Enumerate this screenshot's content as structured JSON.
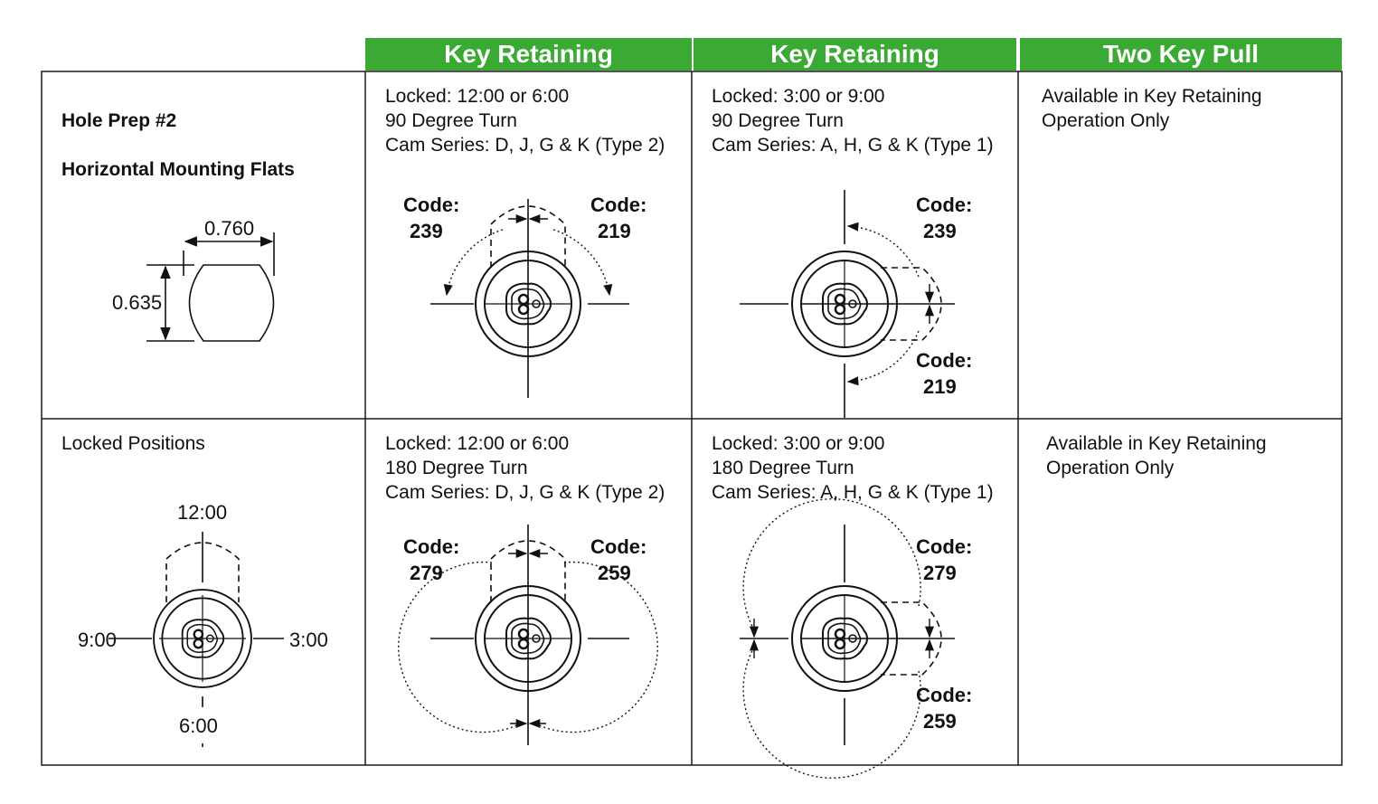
{
  "header": {
    "col1": "Key Retaining",
    "col2": "Key Retaining",
    "col3": "Two Key Pull"
  },
  "row1": {
    "title_line1": "Hole Prep #2",
    "title_line2": "Horizontal Mounting Flats",
    "dim_width": "0.760",
    "dim_height": "0.635",
    "c1_text": "Locked: 12:00 or 6:00\n90 Degree Turn\nCam Series: D, J, G & K (Type 2)",
    "c1_code_left": [
      "Code:",
      "239"
    ],
    "c1_code_right": [
      "Code:",
      "219"
    ],
    "c2_text": "Locked: 3:00 or 9:00\n90 Degree Turn\nCam Series: A, H, G & K (Type 1)",
    "c2_code_top": [
      "Code:",
      "239"
    ],
    "c2_code_bottom": [
      "Code:",
      "219"
    ],
    "c3_text": "Available in Key Retaining\nOperation Only"
  },
  "row2": {
    "title": "Locked Positions",
    "pos_12": "12:00",
    "pos_3": "3:00",
    "pos_6": "6:00",
    "pos_9": "9:00",
    "c1_text": "Locked: 12:00 or 6:00\n180 Degree Turn\nCam Series: D, J, G & K (Type 2)",
    "c1_code_left": [
      "Code:",
      "279"
    ],
    "c1_code_right": [
      "Code:",
      "259"
    ],
    "c2_text": "Locked: 3:00 or 9:00\n180 Degree Turn\nCam Series: A, H, G & K (Type 1)",
    "c2_code_top": [
      "Code:",
      "279"
    ],
    "c2_code_bottom": [
      "Code:",
      "259"
    ],
    "c3_text": "Available in Key Retaining\nOperation Only"
  }
}
